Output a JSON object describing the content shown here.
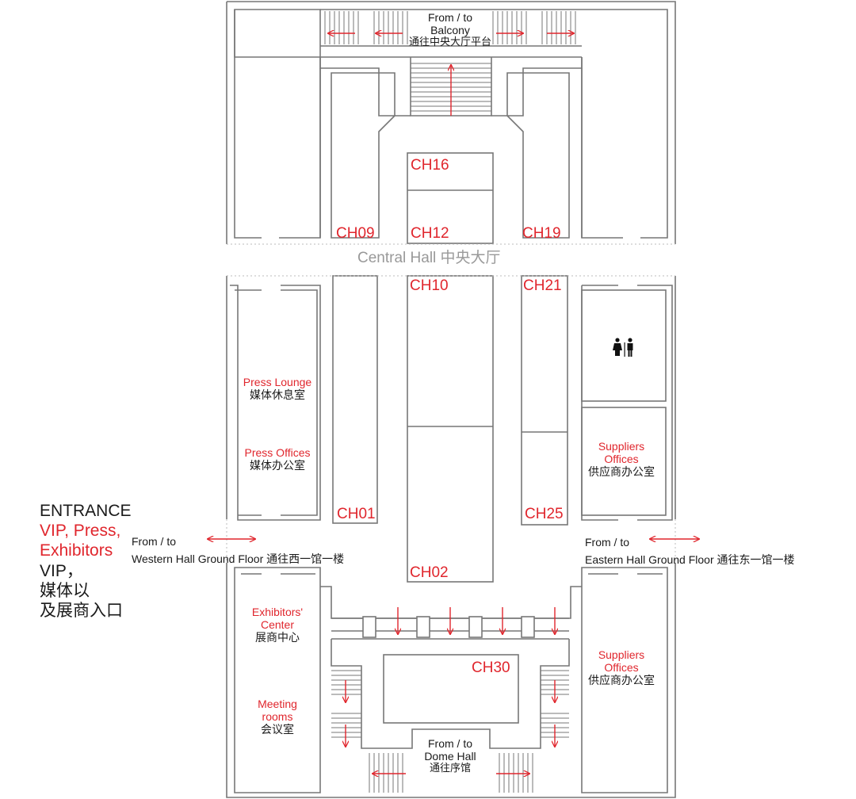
{
  "colors": {
    "wall": "#777777",
    "accent": "#e0262d",
    "text": "#1a1a1a",
    "hall": "#999999"
  },
  "rooms": {
    "ch16": "CH16",
    "ch12": "CH12",
    "ch09": "CH09",
    "ch19": "CH19",
    "ch10": "CH10",
    "ch21": "CH21",
    "ch01": "CH01",
    "ch25": "CH25",
    "ch02": "CH02",
    "ch30": "CH30"
  },
  "central_hall": "Central Hall  中央大厅",
  "balcony": {
    "en1": "From / to",
    "en2": "Balcony",
    "cn": "通往中央大厅平台"
  },
  "press_lounge": {
    "en": "Press Lounge",
    "cn": "媒体休息室"
  },
  "press_offices": {
    "en": "Press Offices",
    "cn": "媒体办公室"
  },
  "suppliers_offices_upper": {
    "en1": "Suppliers",
    "en2": "Offices",
    "cn": "供应商办公室"
  },
  "suppliers_offices_lower": {
    "en1": "Suppliers",
    "en2": "Offices",
    "cn": "供应商办公室"
  },
  "exhibitors_center": {
    "en1": "Exhibitors'",
    "en2": "Center",
    "cn": "展商中心"
  },
  "meeting_rooms": {
    "en1": "Meeting",
    "en2": "rooms",
    "cn": "会议室"
  },
  "entrance": {
    "title": "ENTRANCE",
    "red1": "VIP, Press,",
    "red2": "Exhibitors",
    "cn1": "VIP，",
    "cn2": "媒体以",
    "cn3": "及展商入口"
  },
  "western": {
    "en1": "From / to",
    "en2": "Western Hall Ground Floor 通往西一馆一楼"
  },
  "eastern": {
    "en1": "From / to",
    "en2": "Eastern Hall Ground Floor 通往东一馆一楼"
  },
  "dome": {
    "en1": "From / to",
    "en2": "Dome Hall",
    "cn": "通往序馆"
  },
  "icons": [
    "restroom-icon",
    "arrow-icon"
  ]
}
